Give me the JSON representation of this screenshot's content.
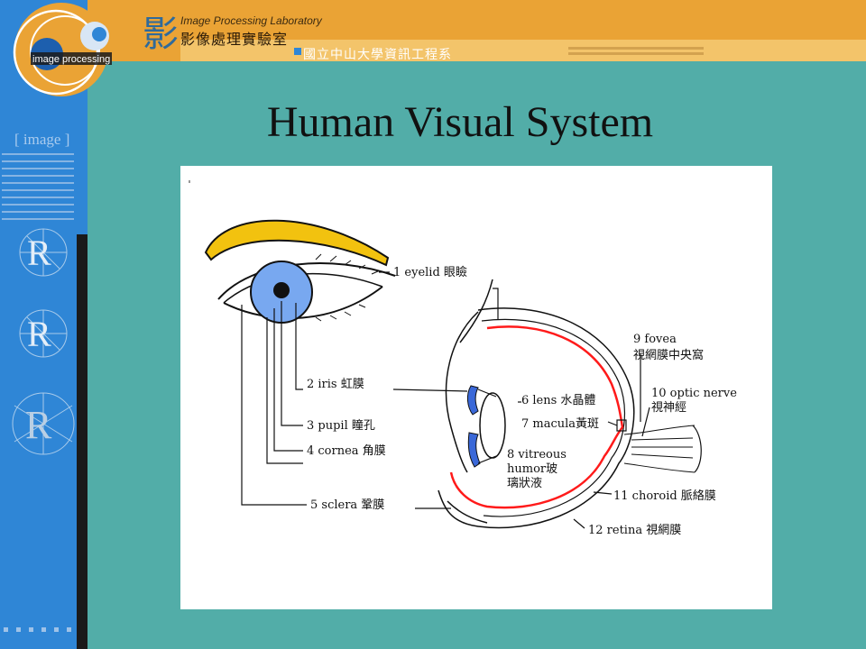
{
  "header": {
    "lab_name": "Image Processing Laboratory",
    "lab_chinese": "影像處理實驗室",
    "department": "國立中山大學資訊工程系",
    "logo_text": "image processing",
    "calligraphy": "影"
  },
  "sidebar": {
    "label": "[ image ]"
  },
  "slide": {
    "title": "Human Visual System"
  },
  "diagram": {
    "labels": {
      "eyelid": "1 eyelid 眼瞼",
      "iris": "2 iris 虹膜",
      "pupil": "3 pupil 瞳孔",
      "cornea": "4 cornea 角膜",
      "sclera": "5 sclera 鞏膜",
      "lens": "6 lens 水晶體",
      "macula": "7 macula黃斑",
      "vitreous_1": "8 vitreous",
      "vitreous_2": "humor玻",
      "vitreous_3": "璃狀液",
      "fovea_1": "9 fovea",
      "fovea_2": "視網膜中央窩",
      "optic_1": "10 optic nerve",
      "optic_2": "視神經",
      "choroid": "11 choroid 脈絡膜",
      "retina": "12 retina 視網膜"
    },
    "colors": {
      "eyebrow": "#f2c20f",
      "iris": "#78a8f0",
      "retina": "#ff1a1a",
      "cornea_blue": "#3a68d8"
    }
  }
}
